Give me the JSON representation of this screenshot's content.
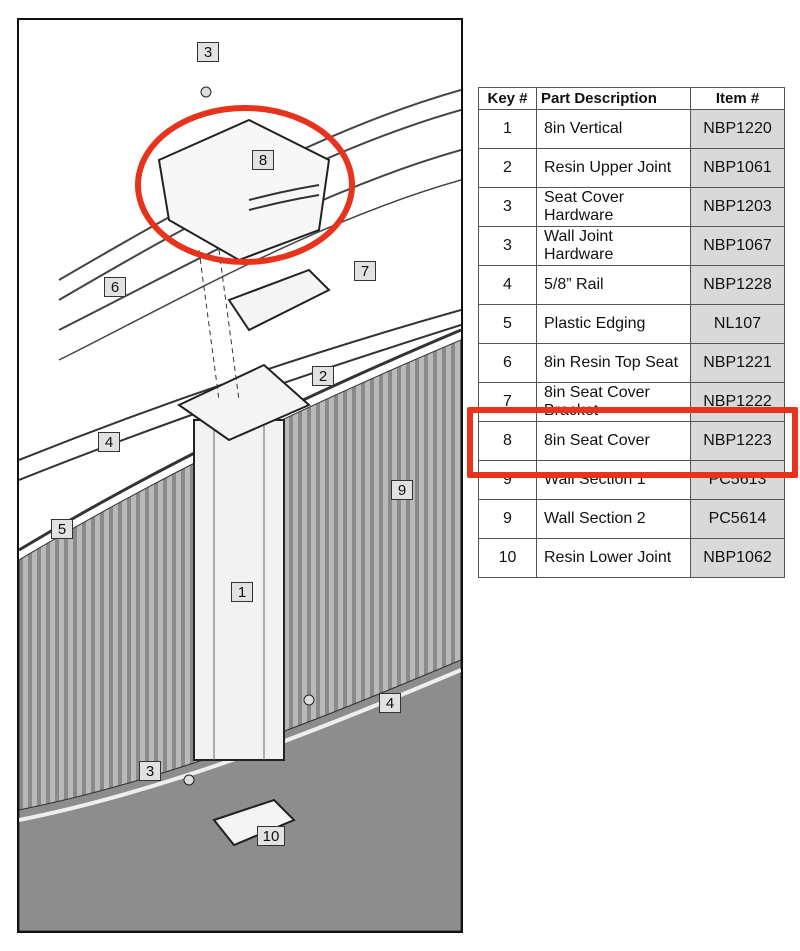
{
  "table": {
    "headers": {
      "key": "Key #",
      "description": "Part Description",
      "item": "Item #"
    },
    "rows": [
      {
        "key": "1",
        "description": "8in Vertical",
        "item": "NBP1220"
      },
      {
        "key": "2",
        "description": "Resin Upper Joint",
        "item": "NBP1061"
      },
      {
        "key": "3",
        "description": "Seat Cover Hardware",
        "item": "NBP1203"
      },
      {
        "key": "3",
        "description": "Wall Joint Hardware",
        "item": "NBP1067"
      },
      {
        "key": "4",
        "description": "5/8” Rail",
        "item": "NBP1228"
      },
      {
        "key": "5",
        "description": "Plastic Edging",
        "item": "NL107"
      },
      {
        "key": "6",
        "description": "8in Resin Top Seat",
        "item": "NBP1221"
      },
      {
        "key": "7",
        "description": "8in Seat Cover Bracket",
        "item": "NBP1222"
      },
      {
        "key": "8",
        "description": "8in Seat Cover",
        "item": "NBP1223"
      },
      {
        "key": "9",
        "description": "Wall Section 1",
        "item": "PC5613"
      },
      {
        "key": "9",
        "description": "Wall Section 2",
        "item": "PC5614"
      },
      {
        "key": "10",
        "description": "Resin Lower Joint",
        "item": "NBP1062"
      }
    ],
    "highlighted_row_key": "8"
  },
  "callouts": {
    "c3_top": "3",
    "c8": "8",
    "c6": "6",
    "c7": "7",
    "c2": "2",
    "c4_left": "4",
    "c9": "9",
    "c5": "5",
    "c1": "1",
    "c4_right": "4",
    "c3_bottom": "3",
    "c10": "10"
  },
  "colors": {
    "highlight": "#e8331c",
    "item_cell": "#d9d9d9",
    "wall_stripe": "#8a8a8a"
  }
}
